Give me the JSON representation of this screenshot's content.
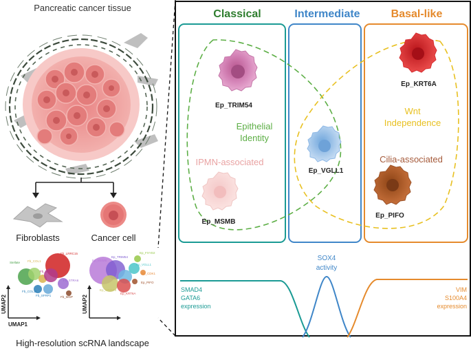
{
  "left_panel": {
    "tissue_title": "Pancreatic cancer tissue",
    "fibroblasts_label": "Fibroblasts",
    "cancer_cell_label": "Cancer cell",
    "bottom_title": "High-resolution scRNA landscape",
    "umap1_label": "UMAP1",
    "umap2_label": "UMAP2",
    "umap_left_labels": [
      "Stellate",
      "Fb_COL1",
      "Fb_LRRC15",
      "Fb_COL11",
      "Fb_SFRP1",
      "Fb_MGP",
      "Fb_STRA6",
      "Fb_MKI67"
    ],
    "umap_right_labels": [
      "Ep_MSMB",
      "Ep_TRIM54",
      "Ep_KRT6A",
      "Ep_VGLL1",
      "Ep_PIFO",
      "Ep_CDK1",
      "Ep_FXYD2",
      "Ep_CRISP3"
    ]
  },
  "subtypes": {
    "classical": "Classical",
    "intermediate": "Intermediate",
    "basal": "Basal-like"
  },
  "cells": {
    "trim54": "Ep_TRIM54",
    "msmb": "Ep_MSMB",
    "vgll1": "Ep_VGLL1",
    "krt6a": "Ep_KRT6A",
    "pifo": "Ep_PIFO"
  },
  "annotations": {
    "epithelial_1": "Epithelial",
    "epithelial_2": "Identity",
    "ipmn": "IPMN-associated",
    "wnt_1": "Wnt",
    "wnt_2": "Independence",
    "cilia": "Cilia-associated"
  },
  "expression": {
    "sox4_1": "SOX4",
    "sox4_2": "activity",
    "smad4": "SMAD4",
    "gata6": "GATA6",
    "left_expr": "expression",
    "vim": "VIM",
    "s100a4": "S100A4",
    "right_expr": "expression"
  },
  "colors": {
    "classical": "#2e7d2e",
    "intermediate": "#3f86c8",
    "basal": "#e58a2c",
    "teal": "#1a9a94",
    "epithelial": "#5cae45",
    "ipmn": "#e9a3a3",
    "wnt": "#e8c020",
    "cilia": "#a55a3a"
  }
}
